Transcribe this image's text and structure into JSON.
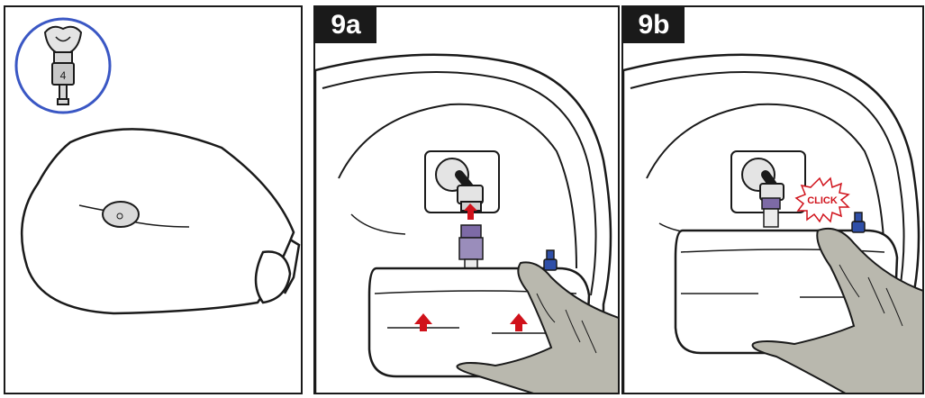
{
  "panels": [
    {
      "id": "panel-1",
      "label": ""
    },
    {
      "id": "panel-9a",
      "label": "9a"
    },
    {
      "id": "panel-9b",
      "label": "9b",
      "callout": "CLICK"
    }
  ],
  "colors": {
    "outline": "#1a1a1a",
    "arrow_red": "#d0121b",
    "inset_ring": "#3a57c4",
    "glove_gray": "#b9b8ae",
    "connector_purple": "#7d6aa6",
    "cap_blue": "#2f4fa8"
  },
  "icons": [
    "connector-inset-icon",
    "up-arrow-icon",
    "click-burst-icon"
  ]
}
